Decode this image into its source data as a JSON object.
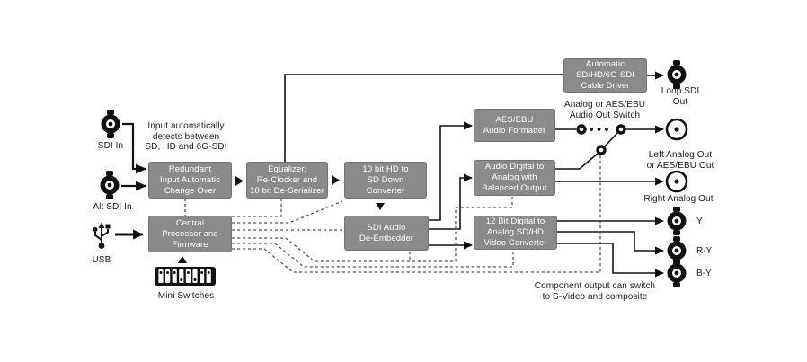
{
  "diagram": {
    "inputs": {
      "sdi_in": "SDI In",
      "alt_sdi_in": "Alt SDI In",
      "usb": "USB"
    },
    "notes": {
      "input_detect": "Input automatically\ndetects between\nSD, HD and 6G-SDI",
      "audio_switch": "Analog or AES/EBU\nAudio Out Switch",
      "component_note": "Component output can switch\nto S-Video and composite",
      "mini_switches": "Mini Switches"
    },
    "blocks": {
      "redundant": "Redundant\nInput Automatic\nChange Over",
      "central": "Central\nProcessor and\nFirmware",
      "equalizer": "Equalizer,\nRe-Clocker and\n10 bit De-Serializer",
      "down_converter": "10 bit HD to\nSD Down\nConverter",
      "de_embedder": "SDI Audio\nDe-Embedder",
      "aes_ebu": "AES/EBU\nAudio Formatter",
      "audio_da": "Audio Digital to\nAnalog with\nBalanced Output",
      "video_da": "12 Bit Digital to\nAnalog SD/HD\nVideo Converter",
      "cable_driver": "Automatic\nSD/HD/6G-SDI\nCable Driver"
    },
    "outputs": {
      "loop_sdi": "Loop SDI\nOut",
      "left_analog": "Left Analog Out\nor AES/EBU Out",
      "right_analog": "Right Analog Out",
      "y": "Y",
      "r_y": "R-Y",
      "b_y": "B-Y"
    },
    "icons": {
      "bnc": "bnc-connector",
      "rca": "rca-connector",
      "usb": "usb-symbol",
      "dip": "dip-switch-bank"
    },
    "colors": {
      "background": "#ffffff",
      "block_fill": "#8a8a8a",
      "block_text": "#ffffff",
      "line": "#111111",
      "dashed_line": "#555555"
    }
  }
}
